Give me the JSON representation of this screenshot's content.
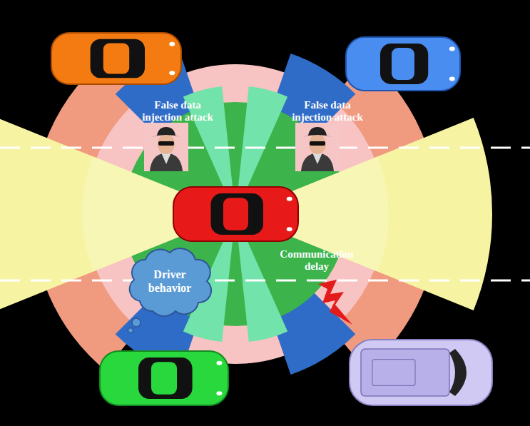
{
  "diagram": {
    "nodes": [
      {
        "text": [
          "Driver behavior"
        ]
      }
    ],
    "labels": [
      "False data injection attack",
      "False data injection attack",
      "Communication delay"
    ]
  }
}
